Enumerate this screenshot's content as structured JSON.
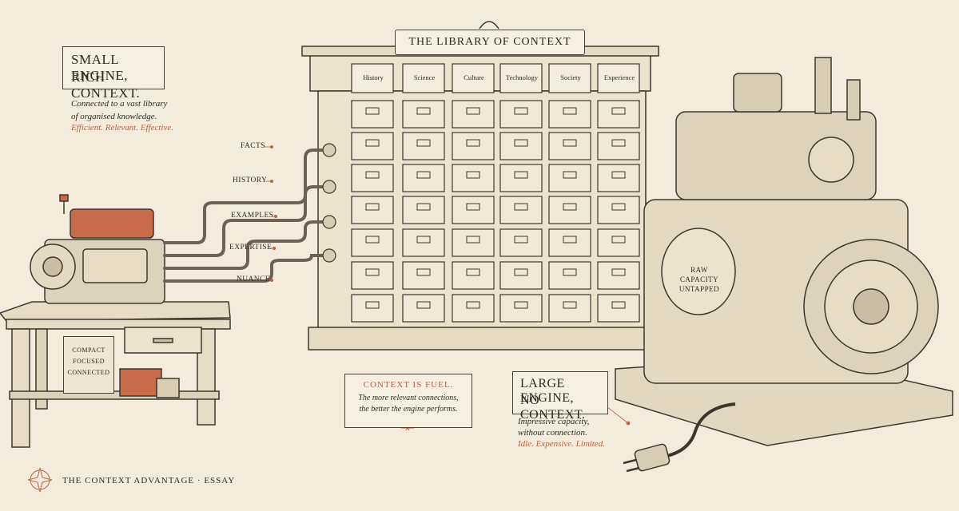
{
  "small_engine_card": {
    "title_line1": "Small Engine,",
    "title_line2": "Rich Context.",
    "desc_line1": "Connected to a vast library",
    "desc_line2": "of organised knowledge.",
    "tagline": "Efficient. Relevant. Effective."
  },
  "pipe_labels": [
    "FACTS",
    "HISTORY",
    "EXAMPLES",
    "EXPERTISE",
    "NUANCE"
  ],
  "library": {
    "sign": "The Library of Context",
    "categories": [
      "History",
      "Science",
      "Culture",
      "Technology",
      "Society",
      "Experience"
    ]
  },
  "bench_plaque": [
    "Compact",
    "Focused",
    "Connected"
  ],
  "fuel_card": {
    "heading": "Context is fuel.",
    "line1": "The more relevant connections,",
    "line2": "the better the engine performs."
  },
  "large_engine_card": {
    "title_line1": "Large Engine,",
    "title_line2": "No Context.",
    "desc_line1": "Impressive capacity,",
    "desc_line2": "without connection.",
    "tagline": "Idle. Expensive. Limited."
  },
  "large_engine_badge": [
    "Raw",
    "Capacity",
    "Untapped"
  ],
  "footer": "The Context Advantage · Essay",
  "colors": {
    "ink": "#2f2a24",
    "paper": "#f3ecdc",
    "accent": "#c0603e",
    "copper": "#c76b4a"
  },
  "icons": [
    "compass-rose-icon",
    "flourish-icon"
  ]
}
